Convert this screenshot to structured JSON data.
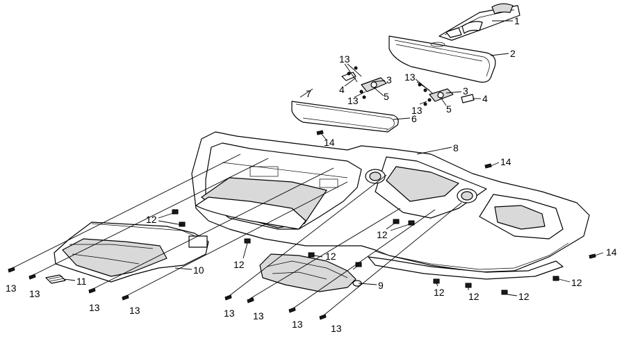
{
  "callouts": [
    {
      "id": "c1",
      "text": "1"
    },
    {
      "id": "c2",
      "text": "2"
    },
    {
      "id": "c3a",
      "text": "3"
    },
    {
      "id": "c3b",
      "text": "3"
    },
    {
      "id": "c4a",
      "text": "4"
    },
    {
      "id": "c4b",
      "text": "4"
    },
    {
      "id": "c5a",
      "text": "5"
    },
    {
      "id": "c5b",
      "text": "5"
    },
    {
      "id": "c6",
      "text": "6"
    },
    {
      "id": "c7",
      "text": "7"
    },
    {
      "id": "c8",
      "text": "8"
    },
    {
      "id": "c9",
      "text": "9"
    },
    {
      "id": "c10",
      "text": "10"
    },
    {
      "id": "c11",
      "text": "11"
    },
    {
      "id": "c12a",
      "text": "12"
    },
    {
      "id": "c12b",
      "text": "12"
    },
    {
      "id": "c12c",
      "text": "12"
    },
    {
      "id": "c12d",
      "text": "12"
    },
    {
      "id": "c12e",
      "text": "12"
    },
    {
      "id": "c12f",
      "text": "12"
    },
    {
      "id": "c12g",
      "text": "12"
    },
    {
      "id": "c12h",
      "text": "12"
    },
    {
      "id": "c13a",
      "text": "13"
    },
    {
      "id": "c13b",
      "text": "13"
    },
    {
      "id": "c13c",
      "text": "13"
    },
    {
      "id": "c13d",
      "text": "13"
    },
    {
      "id": "c13e",
      "text": "13"
    },
    {
      "id": "c13f",
      "text": "13"
    },
    {
      "id": "c13g",
      "text": "13"
    },
    {
      "id": "c13h",
      "text": "13"
    },
    {
      "id": "c13i",
      "text": "13"
    },
    {
      "id": "c13j",
      "text": "13"
    },
    {
      "id": "c13k",
      "text": "13"
    },
    {
      "id": "c13l",
      "text": "13"
    },
    {
      "id": "c14a",
      "text": "14"
    },
    {
      "id": "c14b",
      "text": "14"
    },
    {
      "id": "c14c",
      "text": "14"
    }
  ]
}
